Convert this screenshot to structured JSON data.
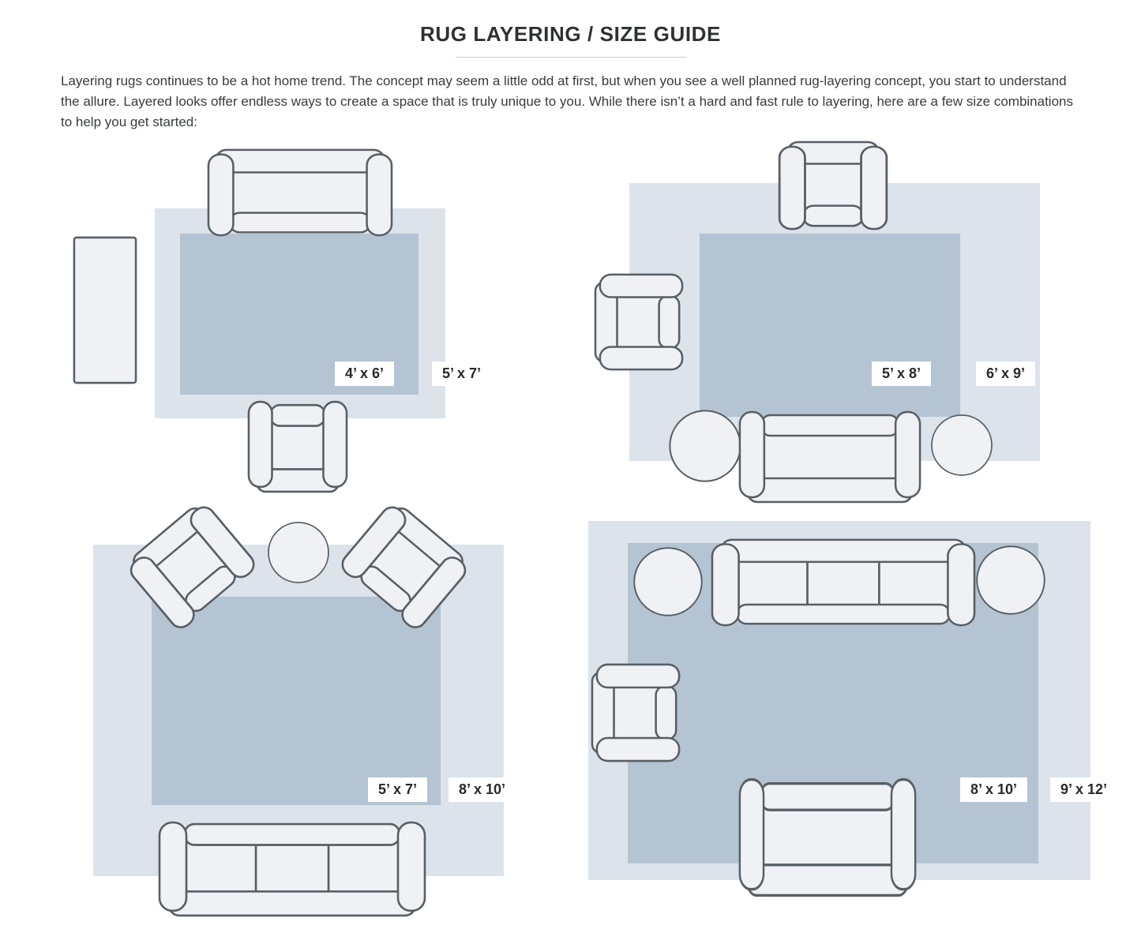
{
  "header": {
    "title": "RUG LAYERING / SIZE GUIDE",
    "intro": "Layering rugs continues to be a hot home trend. The concept may seem a little odd at first, but when you see a well planned rug-layering concept, you start to understand the allure. Layered looks offer endless ways to create a space that is truly unique to you. While there isn’t a hard and fast rule to layering, here are a few size combinations to help you get started:"
  },
  "diagrams": [
    {
      "name": "4x6 rug layered over 5x7 rug",
      "inner_label": "4’ x 6’",
      "outer_label": "5’ x 7’"
    },
    {
      "name": "5x8 rug layered over 6x9 rug",
      "inner_label": "5’ x 8’",
      "outer_label": "6’ x 9’"
    },
    {
      "name": "5x7 rug layered over 8x10 rug",
      "inner_label": "5’ x 7’",
      "outer_label": "8’ x 10’"
    },
    {
      "name": "8x10 rug layered over 9x12 rug",
      "inner_label": "8’ x 10’",
      "outer_label": "9’ x 12’"
    }
  ],
  "icons": {
    "sofa": "sofa-icon",
    "three_seat_sofa": "three-seat-sofa-icon",
    "armchair": "armchair-icon",
    "round_table": "round-side-table-icon",
    "console_table": "console-table-icon"
  },
  "colors": {
    "rug_outer": "#dce3eb",
    "rug_inner": "#b4c4d3",
    "furn_fill": "#eff1f4",
    "furn_stroke": "#585f65",
    "heading_text": "#2e3133",
    "body_text": "#383b3d",
    "label_text": "#27292b",
    "divider": "#c7cacc"
  }
}
